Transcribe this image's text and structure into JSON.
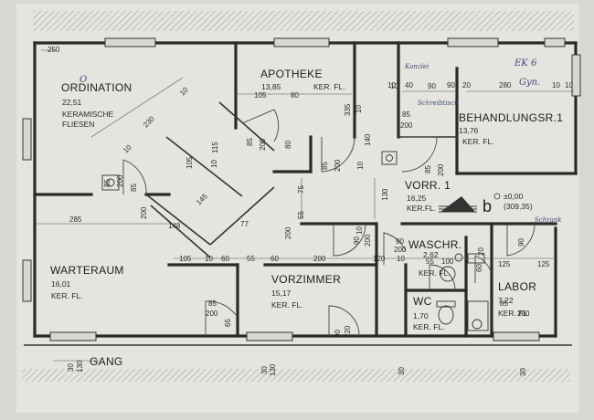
{
  "rooms": {
    "ordination": {
      "name": "ORDINATION",
      "area": "22,51",
      "floor_line1": "KERAMISCHE",
      "floor_line2": "FLIESEN"
    },
    "apotheke": {
      "name": "APOTHEKE",
      "area": "13,85",
      "floor": "KER. FL."
    },
    "behandlung": {
      "name": "BEHANDLUNGSR.1",
      "area": "13,76",
      "floor": "KER. FL."
    },
    "vorraum": {
      "name": "VORR. 1",
      "area": "16,25",
      "floor": "KER.FL."
    },
    "warteraum": {
      "name": "WARTERAUM",
      "area": "16,01",
      "floor": "KER. FL."
    },
    "vorzimmer": {
      "name": "VORZIMMER",
      "area": "15,17",
      "floor": "KER. FL."
    },
    "waschraum": {
      "name": "WASCHR.",
      "area": "2,62",
      "floor": "KER. FL."
    },
    "wc": {
      "name": "WC",
      "area": "1,70",
      "floor": "KER. FL."
    },
    "labor": {
      "name": "LABOR",
      "area": "7,22",
      "floor": "KER. FL."
    },
    "gang": {
      "name": "GANG"
    }
  },
  "level": {
    "value": "±0,00",
    "abs": "(309,35)",
    "marker": "b"
  },
  "handwritten": {
    "ek6": "EK 6",
    "gyn": "Gyn.",
    "top_note": "Kanzlei",
    "note2": "Schreibtisch",
    "note3": "Schrank",
    "o_mark": "O"
  },
  "dimensions": {
    "d1": "250",
    "d2": "10",
    "d3": "230",
    "d4": "10",
    "d5": "115",
    "d6": "85",
    "d7": "200",
    "d8": "105",
    "d9": "105",
    "d10": "90",
    "d11": "10",
    "d12": "85",
    "d13": "200",
    "d14": "80",
    "d15": "80",
    "d16": "145",
    "d17": "75",
    "d18": "55",
    "d19": "200",
    "d20": "285",
    "d21": "148",
    "d22": "77",
    "d23": "105",
    "d24": "10",
    "d25": "60",
    "d26": "55",
    "d27": "60",
    "d28": "200",
    "d29": "90",
    "d30": "200",
    "d31": "120",
    "d32": "10",
    "d33": "125",
    "d34": "90",
    "d35": "85",
    "d36": "200",
    "d37": "10",
    "d38": "40",
    "d39": "90",
    "d40": "20",
    "d41": "280",
    "d42": "10",
    "d43": "10",
    "d44": "85",
    "d45": "200",
    "d46": "140",
    "d47": "85",
    "d48": "200",
    "d49": "335",
    "d50": "10",
    "d51": "130",
    "d52": "85",
    "d53": "200",
    "d54": "90",
    "d55": "200",
    "d56": "55",
    "d57": "100",
    "d58": "20",
    "d59": "60",
    "d60": "125",
    "d61": "85",
    "d62": "200",
    "d63": "65",
    "d64": "90",
    "d65": "220",
    "d66": "85",
    "d67": "200",
    "d68": "30",
    "d69": "30",
    "d70": "30",
    "d71": "130",
    "d72": "30",
    "d73": "130",
    "d74": "10",
    "d75": "10",
    "d76": "10"
  }
}
